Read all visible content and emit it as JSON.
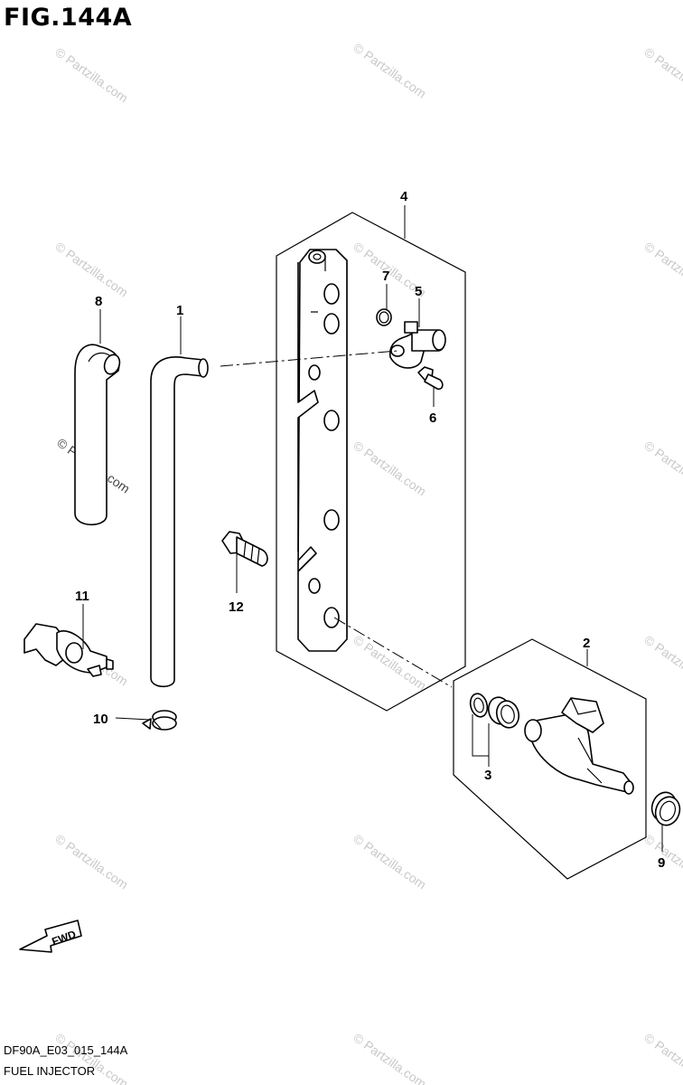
{
  "header": {
    "figure_title": "FIG.144A"
  },
  "footer": {
    "diagram_code": "DF90A_E03_015_144A",
    "diagram_name": "FUEL INJECTOR"
  },
  "watermark": {
    "text": "© Partzilla.com",
    "color": "#c9c9c9"
  },
  "fwd_label": "FWD",
  "callouts": [
    {
      "id": "c1",
      "label": "1"
    },
    {
      "id": "c2",
      "label": "2"
    },
    {
      "id": "c3",
      "label": "3"
    },
    {
      "id": "c4",
      "label": "4"
    },
    {
      "id": "c5",
      "label": "5"
    },
    {
      "id": "c6",
      "label": "6"
    },
    {
      "id": "c7",
      "label": "7"
    },
    {
      "id": "c8",
      "label": "8"
    },
    {
      "id": "c9",
      "label": "9"
    },
    {
      "id": "c10",
      "label": "10"
    },
    {
      "id": "c11",
      "label": "11"
    },
    {
      "id": "c12",
      "label": "12"
    }
  ]
}
